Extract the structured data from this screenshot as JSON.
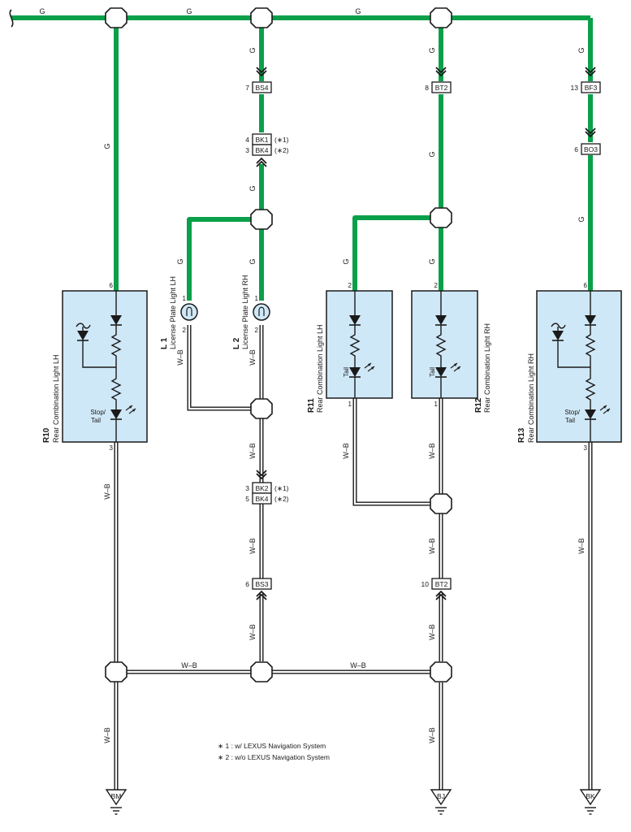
{
  "colors": {
    "green_wire": "#0aa04a",
    "component_fill": "#cfe8f7",
    "outline": "#1a1a1a"
  },
  "wires": {
    "green": "G",
    "white_black": "W–B"
  },
  "components": {
    "r10": {
      "id": "R10",
      "name": "Rear Combination Light LH",
      "pin_top": "6",
      "pin_bottom": "3",
      "bulb_label_1": "Stop/",
      "bulb_label_2": "Tail"
    },
    "l1": {
      "id": "L 1",
      "name": "License Plate Light LH",
      "pin_top": "1",
      "pin_bottom": "2"
    },
    "l2": {
      "id": "L 2",
      "name": "License Plate Light RH",
      "pin_top": "1",
      "pin_bottom": "2"
    },
    "r11": {
      "id": "R11",
      "name": "Rear Combination Light LH",
      "pin_top": "2",
      "pin_bottom": "1",
      "bulb_label": "Tail"
    },
    "r12": {
      "id": "R12",
      "name": "Rear Combination Light RH",
      "pin_top": "2",
      "pin_bottom": "1",
      "bulb_label": "Tail"
    },
    "r13": {
      "id": "R13",
      "name": "Rear Combination Light RH",
      "pin_top": "6",
      "pin_bottom": "3",
      "bulb_label_1": "Stop/",
      "bulb_label_2": "Tail"
    }
  },
  "connectors": {
    "bs4": {
      "pin": "7",
      "name": "BS4"
    },
    "bk1": {
      "pin": "4",
      "name": "BK1",
      "note": "(∗1)"
    },
    "bk4_top": {
      "pin": "3",
      "name": "BK4",
      "note": "(∗2)"
    },
    "bt2_top": {
      "pin": "8",
      "name": "BT2"
    },
    "bf3": {
      "pin": "13",
      "name": "BF3"
    },
    "bo3": {
      "pin": "6",
      "name": "BO3"
    },
    "bk2": {
      "pin": "3",
      "name": "BK2",
      "note": "(∗1)"
    },
    "bk4_bottom": {
      "pin": "5",
      "name": "BK4",
      "note": "(∗2)"
    },
    "bs3": {
      "pin": "6",
      "name": "BS3"
    },
    "bt2_bottom": {
      "pin": "10",
      "name": "BT2"
    }
  },
  "grounds": {
    "bm": "BM",
    "bj": "BJ",
    "bk": "BK"
  },
  "legend": {
    "line1": "∗ 1 : w/ LEXUS Navigation System",
    "line2": "∗ 2 : w/o LEXUS Navigation System"
  }
}
